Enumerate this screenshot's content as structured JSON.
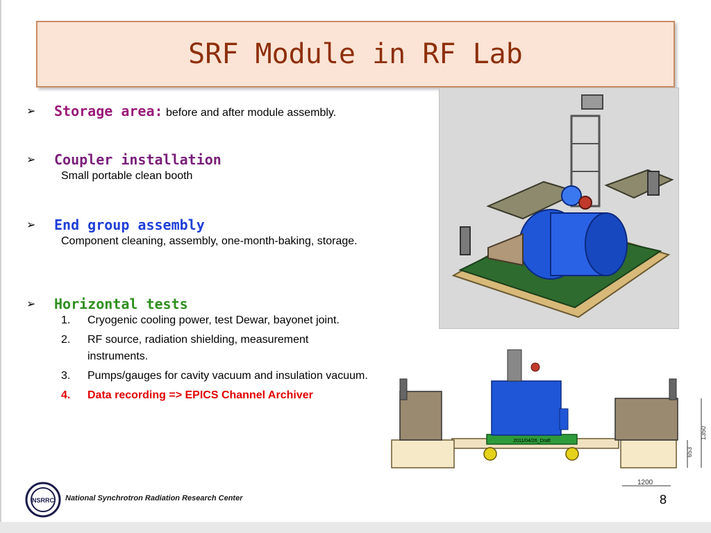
{
  "slide": {
    "title": "SRF Module in RF Lab",
    "bullets": [
      {
        "heading": "Storage area:",
        "heading_color": "#9b1b7a",
        "inline_text": "before and after module assembly."
      },
      {
        "heading": "Coupler installation",
        "heading_color": "#7a1f7a",
        "sub": "Small portable clean booth"
      },
      {
        "heading": "End group assembly",
        "heading_color": "#1f3fd8",
        "sub": "Component cleaning, assembly, one-month-baking, storage."
      },
      {
        "heading": "Horizontal tests",
        "heading_color": "#2f8f1f",
        "items": [
          {
            "num": "1.",
            "text": "Cryogenic cooling power, test Dewar, bayonet joint."
          },
          {
            "num": "2.",
            "text": "RF source, radiation shielding, measurement instruments."
          },
          {
            "num": "3.",
            "text": "Pumps/gauges for cavity vacuum and insulation vacuum."
          },
          {
            "num": "4.",
            "text": "Data recording => EPICS Channel Archiver"
          }
        ]
      }
    ],
    "drawing_labels": {
      "date_tag": "2011/04/26_Draft",
      "dim_width": "1200",
      "dim_h1": "653",
      "dim_h2": "1350"
    },
    "footer": {
      "logo_text": "NSRRC",
      "org": "National Synchrotron Radiation Research Center",
      "page": "8"
    }
  }
}
